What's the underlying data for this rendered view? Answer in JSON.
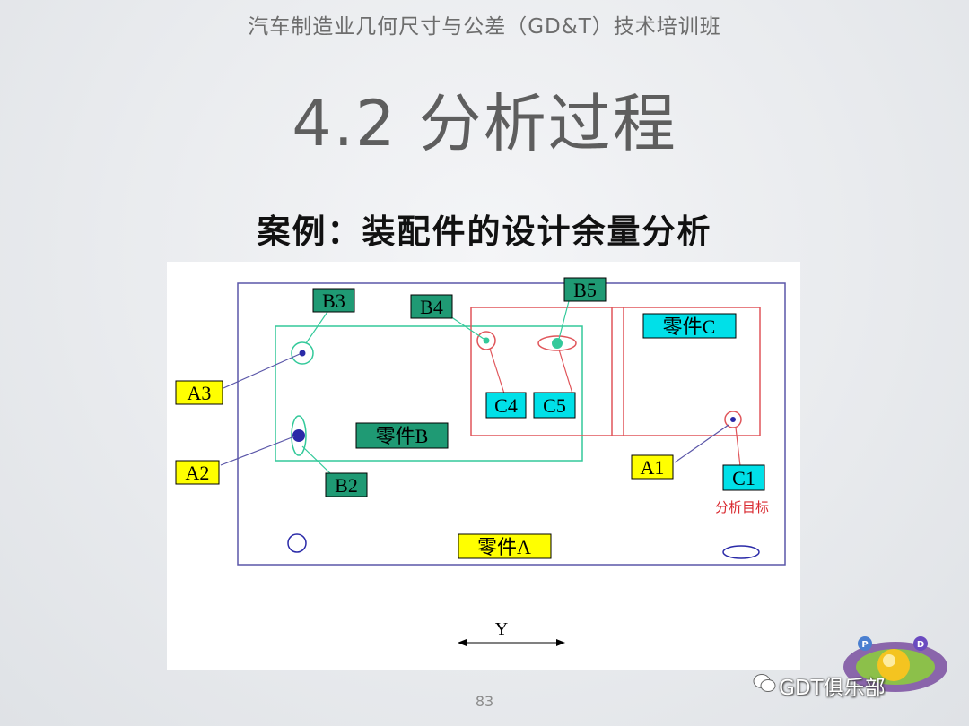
{
  "header": {
    "course_title": "汽车制造业几何尺寸与公差（GD&T）技术培训班"
  },
  "slide": {
    "title": "4.2 分析过程",
    "subtitle": "案例：装配件的设计余量分析",
    "page_number": "83"
  },
  "diagram": {
    "parts": {
      "a": "零件A",
      "b": "零件B",
      "c": "零件C"
    },
    "labels": {
      "A1": "A1",
      "A2": "A2",
      "A3": "A3",
      "B2": "B2",
      "B3": "B3",
      "B4": "B4",
      "B5": "B5",
      "C1": "C1",
      "C4": "C4",
      "C5": "C5"
    },
    "target_note": "分析目标",
    "axis_label": "Y",
    "colors": {
      "part_a": "#5a56a8",
      "part_b": "#33c99a",
      "part_c": "#e0555a",
      "a_label_bg": "#ffff00",
      "b_label_bg": "#1f9a74",
      "c_label_bg": "#00e0e8",
      "hole_blue": "#2a2aa8"
    }
  },
  "watermark": {
    "brand": "GDT俱乐部",
    "logo_letters": [
      "P",
      "D"
    ]
  }
}
